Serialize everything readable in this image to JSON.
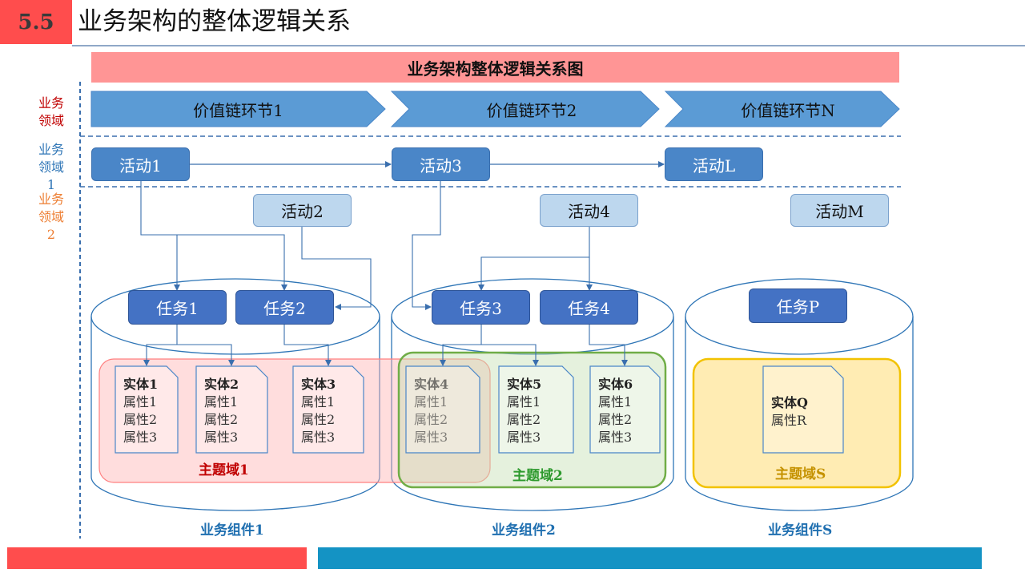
{
  "header": {
    "section_number": "5.5",
    "title": "业务架构的整体逻辑关系"
  },
  "banner": "业务架构整体逻辑关系图",
  "side_labels": {
    "business_domain": [
      "业务",
      "领域"
    ],
    "domain1": [
      "业务",
      "领域1"
    ],
    "domain2": [
      "业务",
      "领域2"
    ]
  },
  "value_chain": [
    "价值链环节1",
    "价值链环节2",
    "价值链环节N"
  ],
  "activities_level1": [
    "活动1",
    "活动3",
    "活动L"
  ],
  "activities_level2": [
    "活动2",
    "活动4",
    "活动M"
  ],
  "tasks": [
    "任务1",
    "任务2",
    "任务3",
    "任务4",
    "任务P"
  ],
  "entities": [
    {
      "name": "实体1",
      "attrs": [
        "属性1",
        "属性2",
        "属性3"
      ]
    },
    {
      "name": "实体2",
      "attrs": [
        "属性1",
        "属性2",
        "属性3"
      ]
    },
    {
      "name": "实体3",
      "attrs": [
        "属性1",
        "属性2",
        "属性3"
      ]
    },
    {
      "name": "实体4",
      "attrs": [
        "属性1",
        "属性2",
        "属性3"
      ]
    },
    {
      "name": "实体5",
      "attrs": [
        "属性1",
        "属性2",
        "属性3"
      ]
    },
    {
      "name": "实体6",
      "attrs": [
        "属性1",
        "属性2",
        "属性3"
      ]
    },
    {
      "name": "实体Q",
      "attrs": [
        "属性R"
      ]
    }
  ],
  "subject_domains": [
    "主题域1",
    "主题域2",
    "主题域S"
  ],
  "components": [
    "业务组件1",
    "业务组件2",
    "业务组件S"
  ],
  "colors": {
    "accent_red": "#ff4d4d",
    "banner_pink": "#ff9595",
    "chevron_blue": "#5b9bd5",
    "domain1_red": "#c00000",
    "domain2_green": "#2e9a2e",
    "domainS_gold": "#c59200",
    "component_blue": "#1f6fb0",
    "footer_blue": "#1493c4"
  }
}
